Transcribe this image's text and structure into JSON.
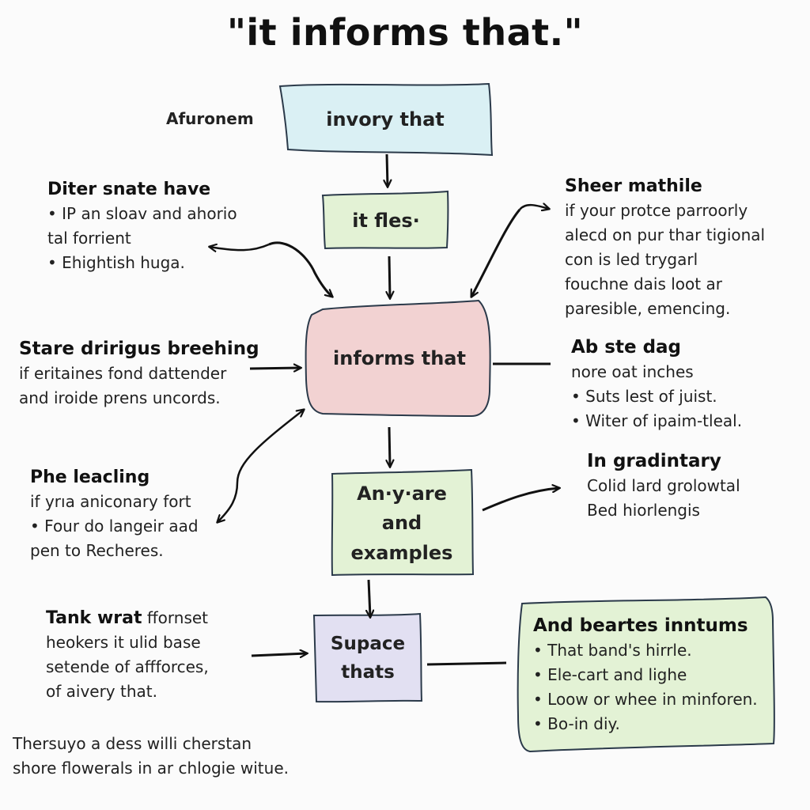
{
  "title": "\"it informs that.\"",
  "colors": {
    "blue_box": "#daf0f4",
    "green_box": "#e3f2d5",
    "red_box": "#f2d2d2",
    "purple_box": "#e2e0f2",
    "stroke": "#2b3a4a",
    "arrow": "#111111"
  },
  "nodes": {
    "top": "invory that",
    "second": "it fles·",
    "center": "informs that",
    "examples": "An·y·are\nand\nexamples",
    "bottom": "Supace\nthats"
  },
  "label_afuronem": "Afuronem",
  "left_notes": [
    {
      "heading": "Diter snate have",
      "lines": [
        "• IP an sloav and ahorio",
        "tal forrient",
        "• Ehightish huga."
      ]
    },
    {
      "heading": "Stare dririgus breehing",
      "lines": [
        "if eritaines fond dattender",
        "and iroide prens uncords."
      ]
    },
    {
      "heading": "Phe leacling",
      "lines": [
        "if yrıa anicοnary fort",
        "• Four do langeir aad",
        "pen to Recheres."
      ]
    },
    {
      "heading": "Tank wrat",
      "heading_rest": "ffornset",
      "lines": [
        "heokers it ulid base",
        "setende of affforces,",
        "of aivery that."
      ]
    }
  ],
  "right_notes": [
    {
      "heading": "Sheer mathile",
      "lines": [
        "if your protce parroorly",
        "alecd on pur thar tigional",
        "con is led trygarl",
        "fouchne dais loot ar",
        "paresible, emencing."
      ]
    },
    {
      "heading": "Ab ste dag",
      "lines": [
        "nore oat inches",
        "• Suts lest of juist.",
        "• Witer of ipaim-tleal."
      ]
    },
    {
      "heading": "In gradintary",
      "lines": [
        "Colid lard grolowtal",
        "Bed hiorlengis"
      ]
    },
    {
      "heading": "And beartes inntums",
      "lines": [
        "• That band's hirrle.",
        "• Ele-cart and lighe",
        "• Loow or whee in minforen.",
        "• Bo-in diy."
      ]
    }
  ],
  "footer": [
    "Thersuyo a dess willi cherstan",
    "shore flowerals in ar chlogie witue."
  ]
}
